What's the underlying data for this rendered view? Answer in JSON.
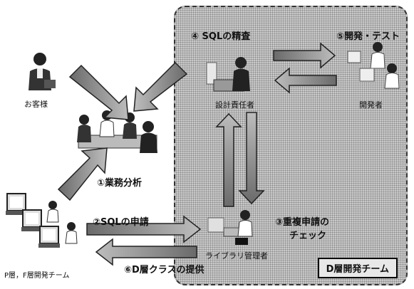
{
  "team": {
    "label": "D層開発チーム"
  },
  "actors": {
    "customer": "お客様",
    "design_lead": "設計責任者",
    "developer": "開発者",
    "library_admin": "ライブラリ管理者",
    "pf_team": "P層，F層開発チーム"
  },
  "steps": {
    "s1": "①業務分析",
    "s2": "②SQLの申請",
    "s3a": "③重複申請の",
    "s3b": "チェック",
    "s4": "④ SQLの精査",
    "s5": "⑤開発・テスト",
    "s6": "⑥D層クラスの提供"
  },
  "colors": {
    "arrow_fill": "#9a9a9a",
    "arrow_stroke": "#222222",
    "team_bg": "#c9c9c9"
  }
}
